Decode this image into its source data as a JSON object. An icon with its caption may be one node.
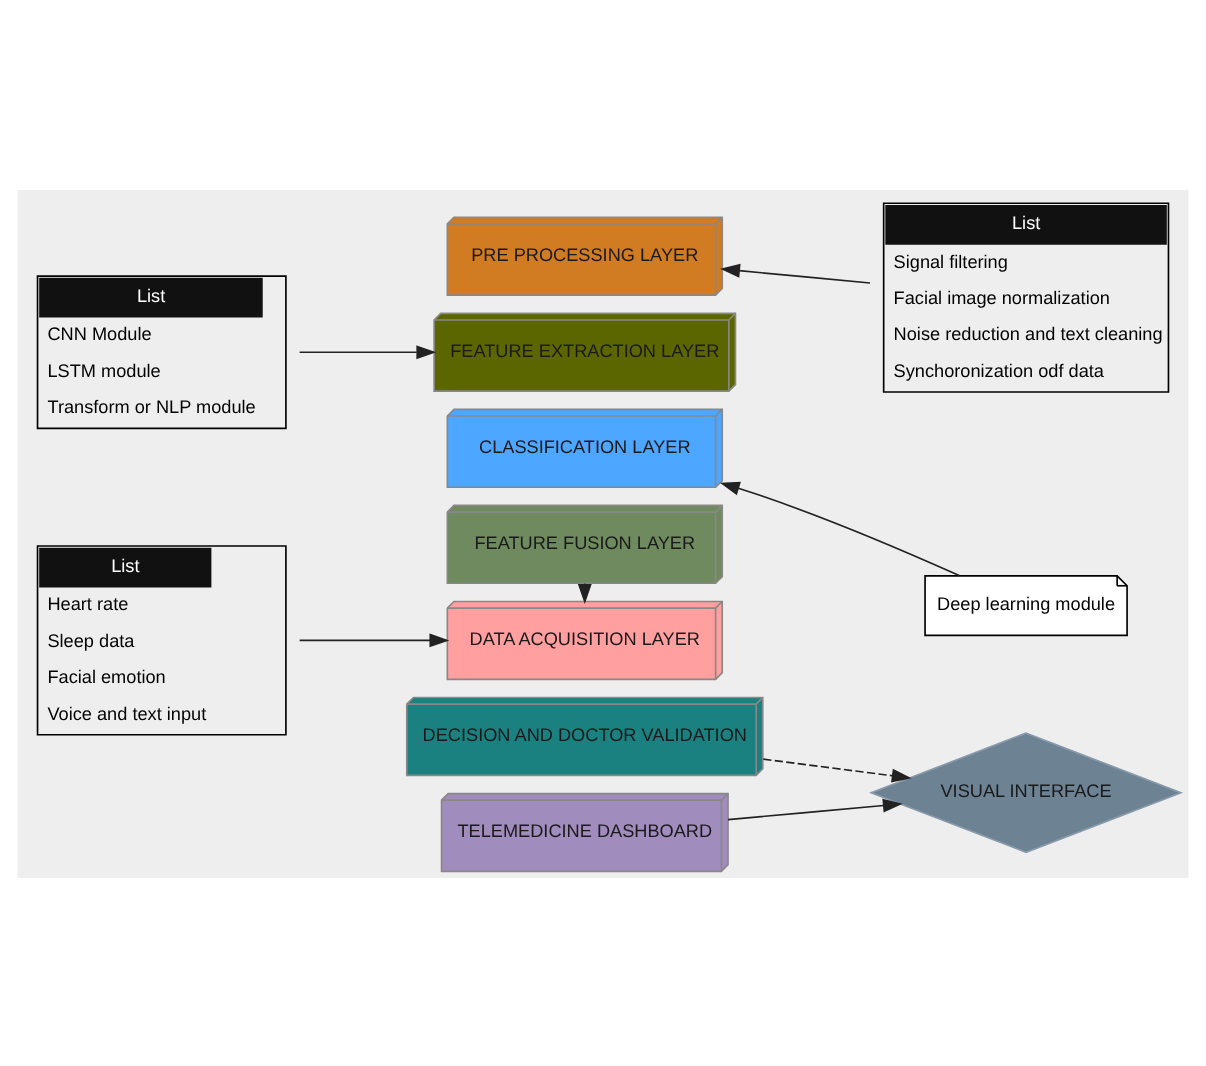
{
  "diagram": {
    "nodes": [
      {
        "text": [
          "DECISION AND DOCTOR VALIDATION"
        ]
      },
      {
        "text": [
          "FEATURE FUSION LAYER"
        ]
      },
      {
        "text": [
          "VISUAL INTERFACE"
        ]
      },
      {
        "text": [
          "TELEMEDICINE DASHBOARD"
        ]
      },
      {
        "text": [
          "CLASSIFICATION LAYER"
        ]
      },
      {
        "text": [
          "FEATURE EXTRACTION LAYER"
        ]
      },
      {
        "text": [
          "PRE PROCESSING LAYER"
        ]
      },
      {
        "text": [
          "DATA ACQUISITION LAYER"
        ]
      },
      {
        "text": [
          "List",
          "CNN Module",
          "LSTM module",
          "Transform or NLP module"
        ]
      },
      {
        "text": [
          "Deep learning module"
        ]
      },
      {
        "text": [
          "List",
          "Heart rate",
          "Sleep data",
          "Facial emotion",
          "Voice and text input"
        ]
      },
      {
        "text": [
          "List",
          "Signal filtering",
          "Facial image normalization",
          "Noise reduction and text cleaning",
          "Synchoronization odf data"
        ]
      }
    ],
    "edges": [
      {
        "from": 0,
        "to": 2,
        "arrow": "to",
        "style": "dashed"
      },
      {
        "from": 1,
        "to": 7,
        "arrow": "to",
        "style": "dashed"
      },
      {
        "from": 3,
        "to": 2,
        "arrow": "to"
      },
      {
        "from": 8,
        "to": 5,
        "arrow": "to"
      },
      {
        "from": 9,
        "to": 4,
        "arrow": "to"
      },
      {
        "from": 10,
        "to": 7,
        "arrow": "to"
      },
      {
        "from": 11,
        "to": 6,
        "arrow": "to"
      }
    ]
  }
}
